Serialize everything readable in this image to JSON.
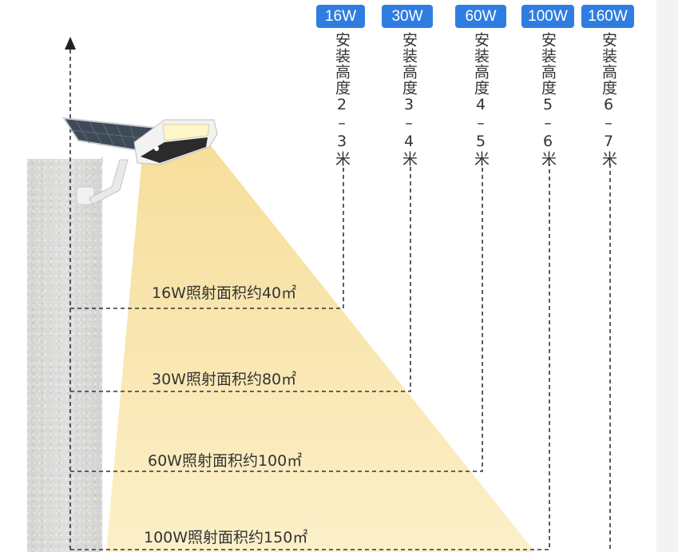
{
  "options": [
    {
      "power": "16W",
      "height": "安装高度2–3米",
      "coverage": "16W照射面积约40㎡"
    },
    {
      "power": "30W",
      "height": "安装高度3–4米",
      "coverage": "30W照射面积约80㎡"
    },
    {
      "power": "60W",
      "height": "安装高度4–5米",
      "coverage": "60W照射面积约100㎡"
    },
    {
      "power": "100W",
      "height": "安装高度5–6米",
      "coverage": "100W照射面积约150㎡"
    },
    {
      "power": "160W",
      "height": "安装高度6–7米"
    }
  ],
  "colors": {
    "badge": "#2f7de1",
    "light_beam": "#f7e3a1",
    "dash_line": "#333333"
  },
  "icons": {
    "lamp": "solar-street-lamp-icon",
    "arrow": "up-arrow-icon"
  }
}
